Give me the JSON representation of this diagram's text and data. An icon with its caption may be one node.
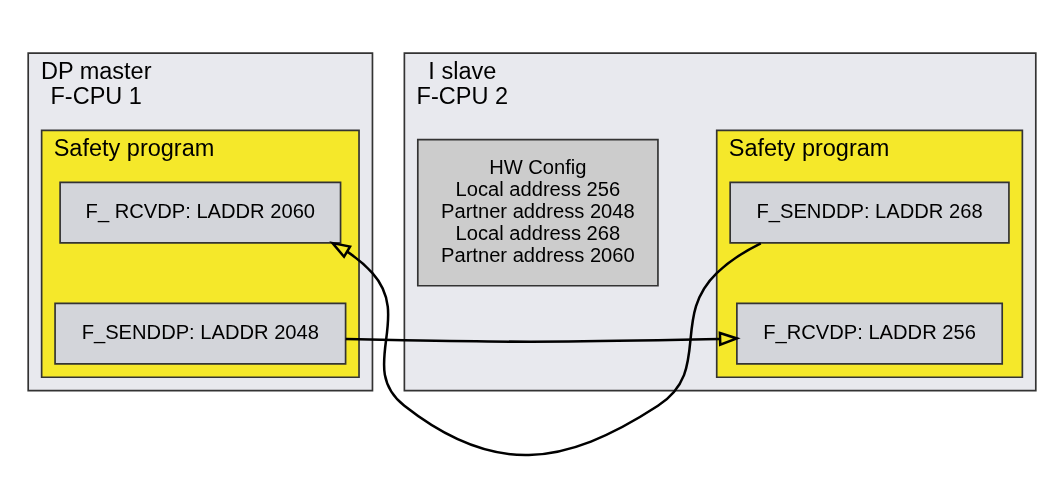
{
  "diagram": {
    "nodes": [
      {
        "text": [
          "DP master",
          "F-CPU 1"
        ]
      },
      {
        "text": [
          "Safety program"
        ],
        "in": 0
      },
      {
        "text": [
          "F_SENDDP: LADDR 2048"
        ],
        "in": 1
      },
      {
        "text": [
          "F_ RCVDP: LADDR 2060"
        ],
        "in": 1
      },
      {
        "text": [
          "I slave",
          "F-CPU 2"
        ]
      },
      {
        "text": [
          "HW Config",
          "Local address 256",
          "Partner address 2048",
          "Local address 268",
          "Partner address 2060"
        ],
        "in": 4
      },
      {
        "text": [
          "Safety program"
        ],
        "in": 4
      },
      {
        "text": [
          "F_RCVDP: LADDR 256"
        ],
        "in": 6
      },
      {
        "text": [
          "F_SENDDP: LADDR 268"
        ],
        "in": 6
      }
    ],
    "edges": [
      {
        "from": 2,
        "to": 7,
        "arrow": "to"
      },
      {
        "from": 8,
        "to": 3,
        "arrow": "to"
      }
    ]
  }
}
